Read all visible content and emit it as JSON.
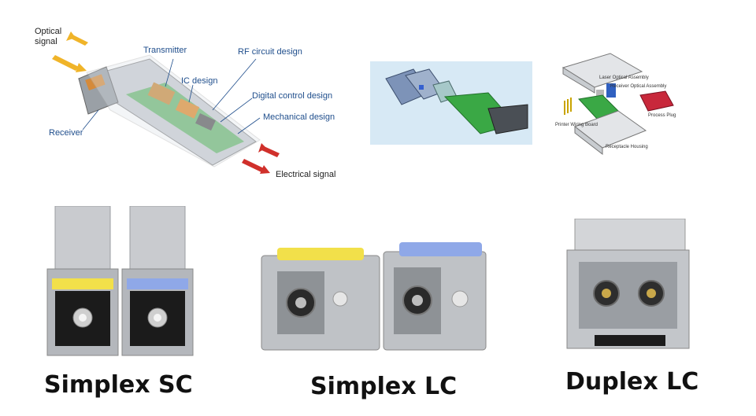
{
  "diagram": {
    "optical_signal": "Optical\nsignal",
    "transmitter": "Transmitter",
    "rf_circuit": "RF circuit design",
    "ic_design": "IC design",
    "digital_control": "Digital control design",
    "mechanical": "Mechanical design",
    "receiver": "Receiver",
    "electrical_signal": "Electrical signal"
  },
  "exploded": {
    "laser_optical": "Laser Optical Assembly",
    "receiver_optical": "Receiver Optical Assembly",
    "process_plug": "Process Plug",
    "printer_wiring_board": "Printer Wiring Board",
    "receptacle_housing": "Receptacle Housing"
  },
  "captions": {
    "simplex_sc": "Simplex SC",
    "simplex_lc": "Simplex LC",
    "duplex_lc": "Duplex LC"
  },
  "colors": {
    "label_blue": "#1f4e8c",
    "optical_arrow": "#f0b429",
    "electrical_arrow": "#d0302b",
    "yellow_tab": "#f2e04a",
    "blue_tab": "#8fa8e8",
    "pcb_green": "#3aa845"
  }
}
